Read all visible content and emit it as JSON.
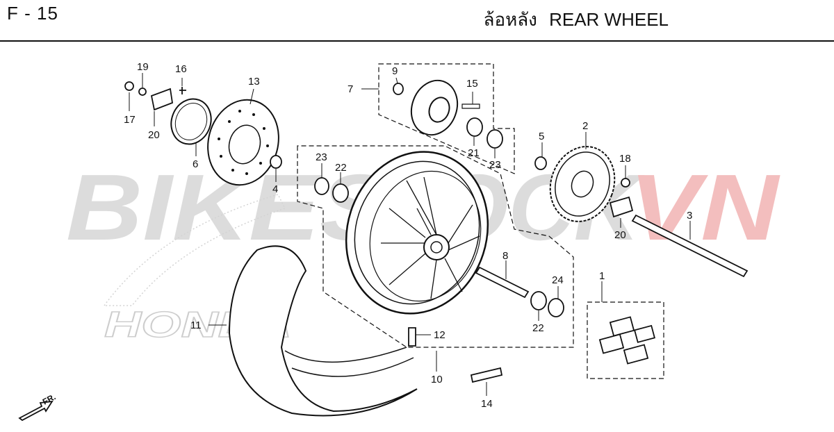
{
  "header": {
    "code": "F - 15",
    "title_thai": "ล้อหลัง",
    "title_en": "REAR WHEEL"
  },
  "watermark": {
    "text_left": "BIKEST",
    "text_right": "VN",
    "text_mid": "OCK",
    "honda_text": "HONDA"
  },
  "direction_label": "FR.",
  "callouts": [
    "19",
    "16",
    "13",
    "17",
    "20",
    "6",
    "4",
    "9",
    "7",
    "15",
    "21",
    "23",
    "5",
    "2",
    "18",
    "23",
    "22",
    "3",
    "20",
    "8",
    "24",
    "22",
    "1",
    "12",
    "11",
    "10",
    "14"
  ]
}
